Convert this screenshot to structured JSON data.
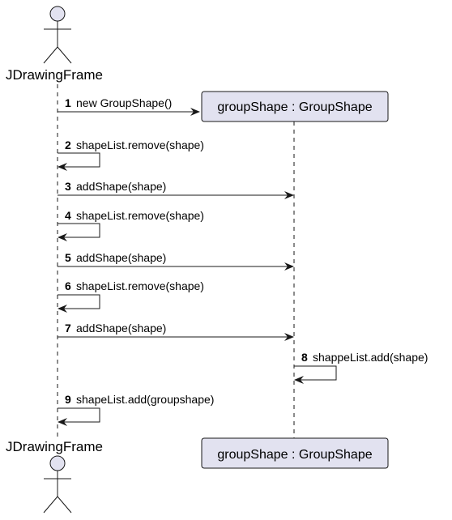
{
  "diagram": {
    "actor": {
      "label": "JDrawingFrame"
    },
    "participant": {
      "label": "groupShape : GroupShape"
    },
    "messages": [
      {
        "number": "1",
        "text": "new GroupShape()"
      },
      {
        "number": "2",
        "text": "shapeList.remove(shape)"
      },
      {
        "number": "3",
        "text": "addShape(shape)"
      },
      {
        "number": "4",
        "text": "shapeList.remove(shape)"
      },
      {
        "number": "5",
        "text": "addShape(shape)"
      },
      {
        "number": "6",
        "text": "shapeList.remove(shape)"
      },
      {
        "number": "7",
        "text": "addShape(shape)"
      },
      {
        "number": "8",
        "text": "shappeList.add(shape)"
      },
      {
        "number": "9",
        "text": "shapeList.add(groupshape)"
      }
    ]
  },
  "colors": {
    "participant_fill": "#e2e2f0",
    "actor_fill": "#e2e2f0",
    "line": "#181818",
    "lifeline": "#181818"
  }
}
